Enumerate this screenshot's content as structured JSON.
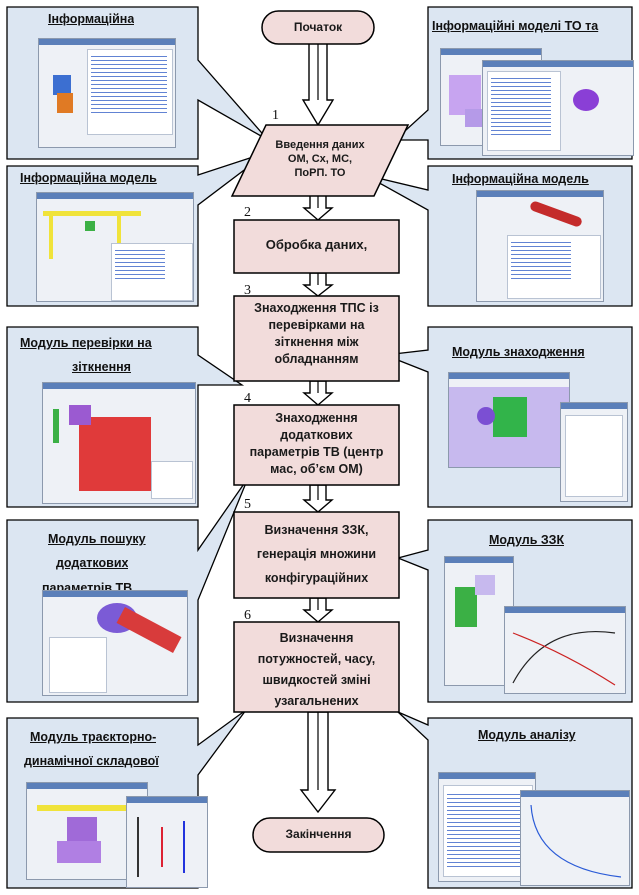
{
  "start": "Початок",
  "end": "Закінчення",
  "steps": [
    {
      "num": "1",
      "lines": [
        "Введення даних",
        "ОМ, Сх, МС,",
        "ПоРП. ТО"
      ]
    },
    {
      "num": "2",
      "lines": [
        "Обробка даних,"
      ]
    },
    {
      "num": "3",
      "lines": [
        "Знаходження ТПС із",
        "перевірками на",
        "зіткнення між",
        "обладнанням"
      ]
    },
    {
      "num": "4",
      "lines": [
        "Знаходження",
        "додаткових",
        "параметрів ТВ (центр",
        "мас, об’єм ОМ)"
      ]
    },
    {
      "num": "5",
      "lines": [
        "Визначення ЗЗК,",
        "генерація множини",
        "конфігураційних"
      ]
    },
    {
      "num": "6",
      "lines": [
        "Визначення",
        "потужностей, часу,",
        "швидкостей зміні",
        "узагальнених"
      ]
    }
  ],
  "callouts": {
    "left": [
      {
        "title": "Інформаційна"
      },
      {
        "title": "Інформаційна модель"
      },
      {
        "title": "Модуль перевірки на",
        "title2": "зіткнення"
      },
      {
        "title": "Модуль пошуку",
        "title2": "додаткових",
        "title3": "параметрів ТВ"
      },
      {
        "title": "Модуль траєкторно-",
        "title2": "динамічної складової"
      }
    ],
    "right": [
      {
        "title": "Інформаційні моделі ТО та"
      },
      {
        "title": "Інформаційна модель"
      },
      {
        "title": "Модуль знаходження"
      },
      {
        "title": "Модуль ЗЗК"
      },
      {
        "title": "Модуль аналізу"
      }
    ]
  },
  "colors": {
    "box_fill": "#f2dcdb",
    "callout_fill": "#dce6f2",
    "stroke": "#000000"
  }
}
